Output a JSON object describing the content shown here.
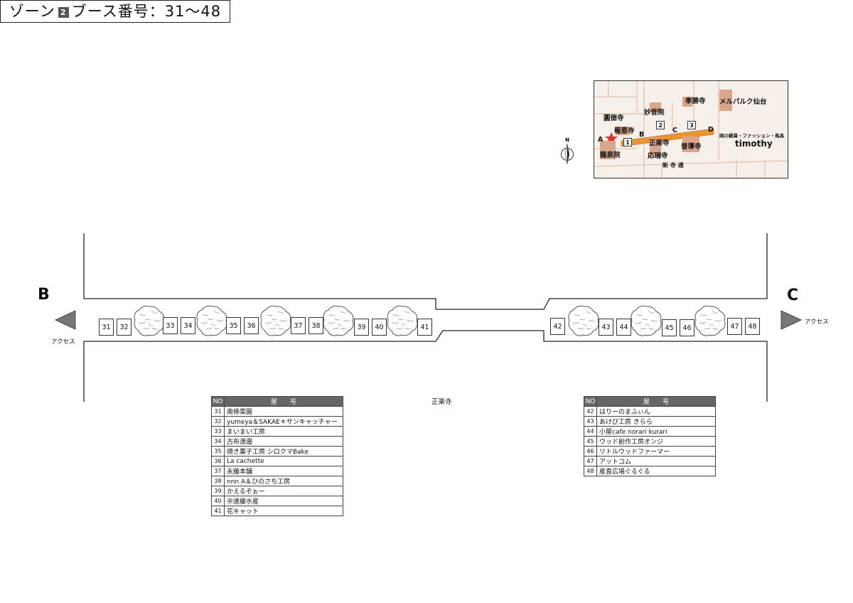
{
  "title": {
    "prefix": "ゾーン",
    "zone_number": "2",
    "suffix": "ブース番号：31〜48"
  },
  "entrances": {
    "left": {
      "letter": "B",
      "access": "アクセス"
    },
    "right": {
      "letter": "C",
      "access": "アクセス"
    }
  },
  "street_label": "正楽寺",
  "booths_west": [
    "31",
    "32",
    "33",
    "34",
    "35",
    "36",
    "37",
    "38",
    "39",
    "40",
    "41"
  ],
  "booths_east": [
    "42",
    "43",
    "44",
    "45",
    "46",
    "47",
    "48"
  ],
  "table_header": {
    "no": "NO",
    "name": "屋　　号"
  },
  "table_left": [
    {
      "no": "31",
      "name": "南條菜園"
    },
    {
      "no": "32",
      "name": "yumeya＆SAKAE＊サンキャッチャー"
    },
    {
      "no": "33",
      "name": "まいまい工房"
    },
    {
      "no": "34",
      "name": "古布渡邉"
    },
    {
      "no": "35",
      "name": "焼き菓子工房 シロクマBake"
    },
    {
      "no": "36",
      "name": "La cachette"
    },
    {
      "no": "37",
      "name": "永藤本舗"
    },
    {
      "no": "38",
      "name": "nnn A＆ひのさち工房"
    },
    {
      "no": "39",
      "name": "かえるぞぉー"
    },
    {
      "no": "40",
      "name": "㊥遠藤水産"
    },
    {
      "no": "41",
      "name": "花キャット"
    }
  ],
  "table_right": [
    {
      "no": "42",
      "name": "はりーのまふぃん"
    },
    {
      "no": "43",
      "name": "あけび工房 きらら"
    },
    {
      "no": "44",
      "name": "小屋cafe norari kurari"
    },
    {
      "no": "45",
      "name": "ウッド創作工房オンジ"
    },
    {
      "no": "46",
      "name": "リトルウッドファーマー"
    },
    {
      "no": "47",
      "name": "アットコム"
    },
    {
      "no": "48",
      "name": "産直広場ぐるぐる"
    }
  ],
  "minimap": {
    "labels": {
      "koshoji": "孝勝寺",
      "parco": "メルパルク仙台",
      "myoonin": "妙音院",
      "entokuji": "圓徳寺",
      "hoonji": "報恩寺",
      "ryusenin": "龍泉院",
      "shorakuji": "正楽寺",
      "ozuiji": "応瑞寺",
      "fudoji": "普導寺",
      "shop_desc": "岡の雑貨・ファッション・馬具",
      "shop": "timothy",
      "street": "新 寺 通"
    },
    "points": [
      "A",
      "B",
      "C",
      "D"
    ],
    "zones": [
      "1",
      "2",
      "3"
    ],
    "compass": "N",
    "colors": {
      "building": "#d9a58b",
      "route": "#e8942f",
      "star": "#d9342b"
    }
  }
}
